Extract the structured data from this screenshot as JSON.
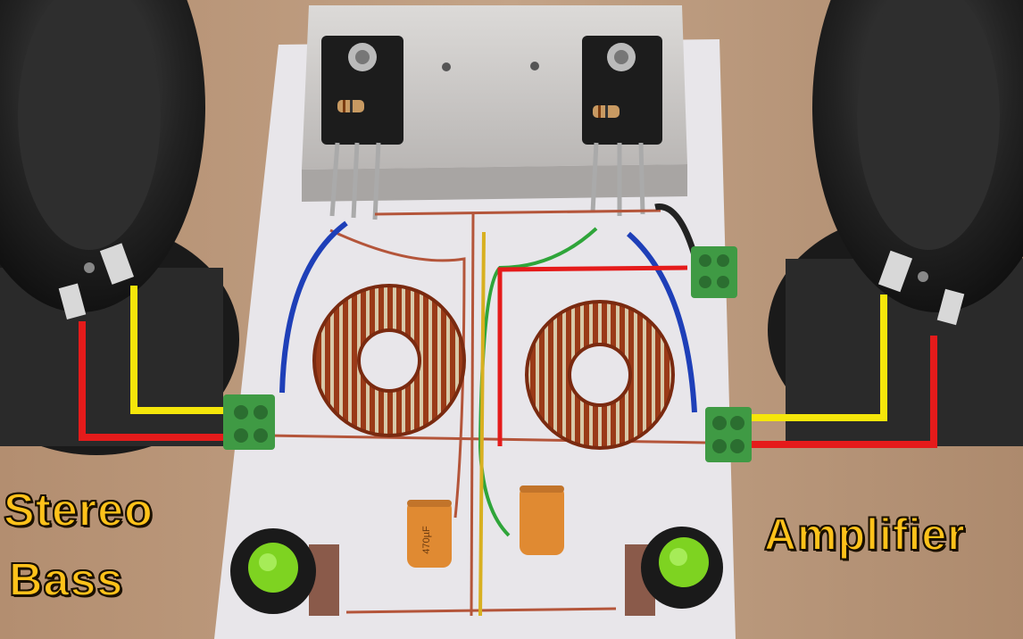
{
  "scene": {
    "description_tags": [
      "speaker",
      "toroidal-coil",
      "transistor",
      "heatsink",
      "terminal-block",
      "capacitor",
      "potentiometer"
    ],
    "captions": {
      "left_line1": "Stereo",
      "left_line2": "Bass",
      "right": "Amplifier"
    },
    "capacitor_marking": "470µF",
    "colors": {
      "caption_fill": "#ffc21a",
      "caption_stroke": "#1a1000",
      "wood": "#b8987c",
      "board": "#e8e6ea",
      "heatsink": "#c9c6c4",
      "copper": "#a8421e",
      "terminal": "#3f9a44",
      "knob_cap": "#7ed321",
      "wire_red": "#e51b1b",
      "wire_yellow": "#f5e60a",
      "wire_blue": "#1e3fb8",
      "wire_green": "#2fa53a"
    }
  }
}
